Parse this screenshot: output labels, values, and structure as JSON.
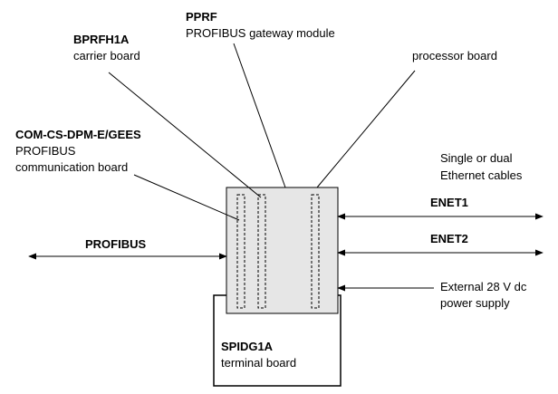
{
  "labels": {
    "pprf_title": "PPRF",
    "pprf_desc": "PROFIBUS gateway module",
    "bprfh1a_title": "BPRFH1A",
    "bprfh1a_desc": "carrier board",
    "processor_board": "processor board",
    "comcs_title": "COM-CS-DPM-E/GEES",
    "comcs_desc_1": "PROFIBUS",
    "comcs_desc_2": "communication board",
    "ethernet_note_1": "Single or dual",
    "ethernet_note_2": "Ethernet cables",
    "enet1": "ENET1",
    "enet2": "ENET2",
    "profibus": "PROFIBUS",
    "power_1": "External 28 V dc",
    "power_2": "power supply",
    "spidg1a_title": "SPIDG1A",
    "spidg1a_desc": "terminal board"
  },
  "colors": {
    "module_fill": "#e6e6e6",
    "stroke": "#000000"
  }
}
